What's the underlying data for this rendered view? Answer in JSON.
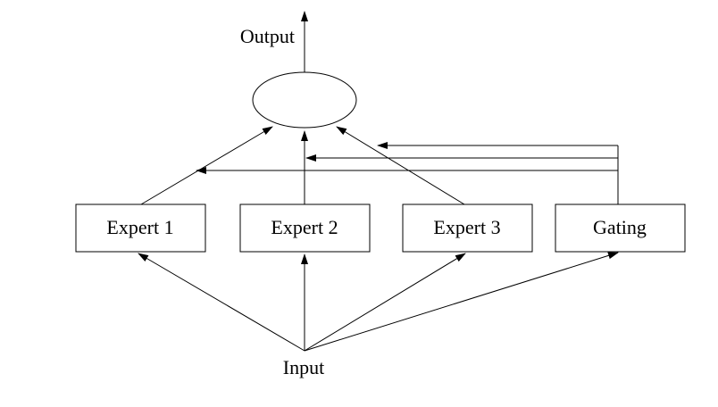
{
  "diagram": {
    "output_label": "Output",
    "input_label": "Input",
    "nodes": {
      "expert1": "Expert 1",
      "expert2": "Expert 2",
      "expert3": "Expert 3",
      "gating": "Gating"
    },
    "combiner": ""
  },
  "colors": {
    "stroke": "#000000",
    "background": "#ffffff"
  }
}
